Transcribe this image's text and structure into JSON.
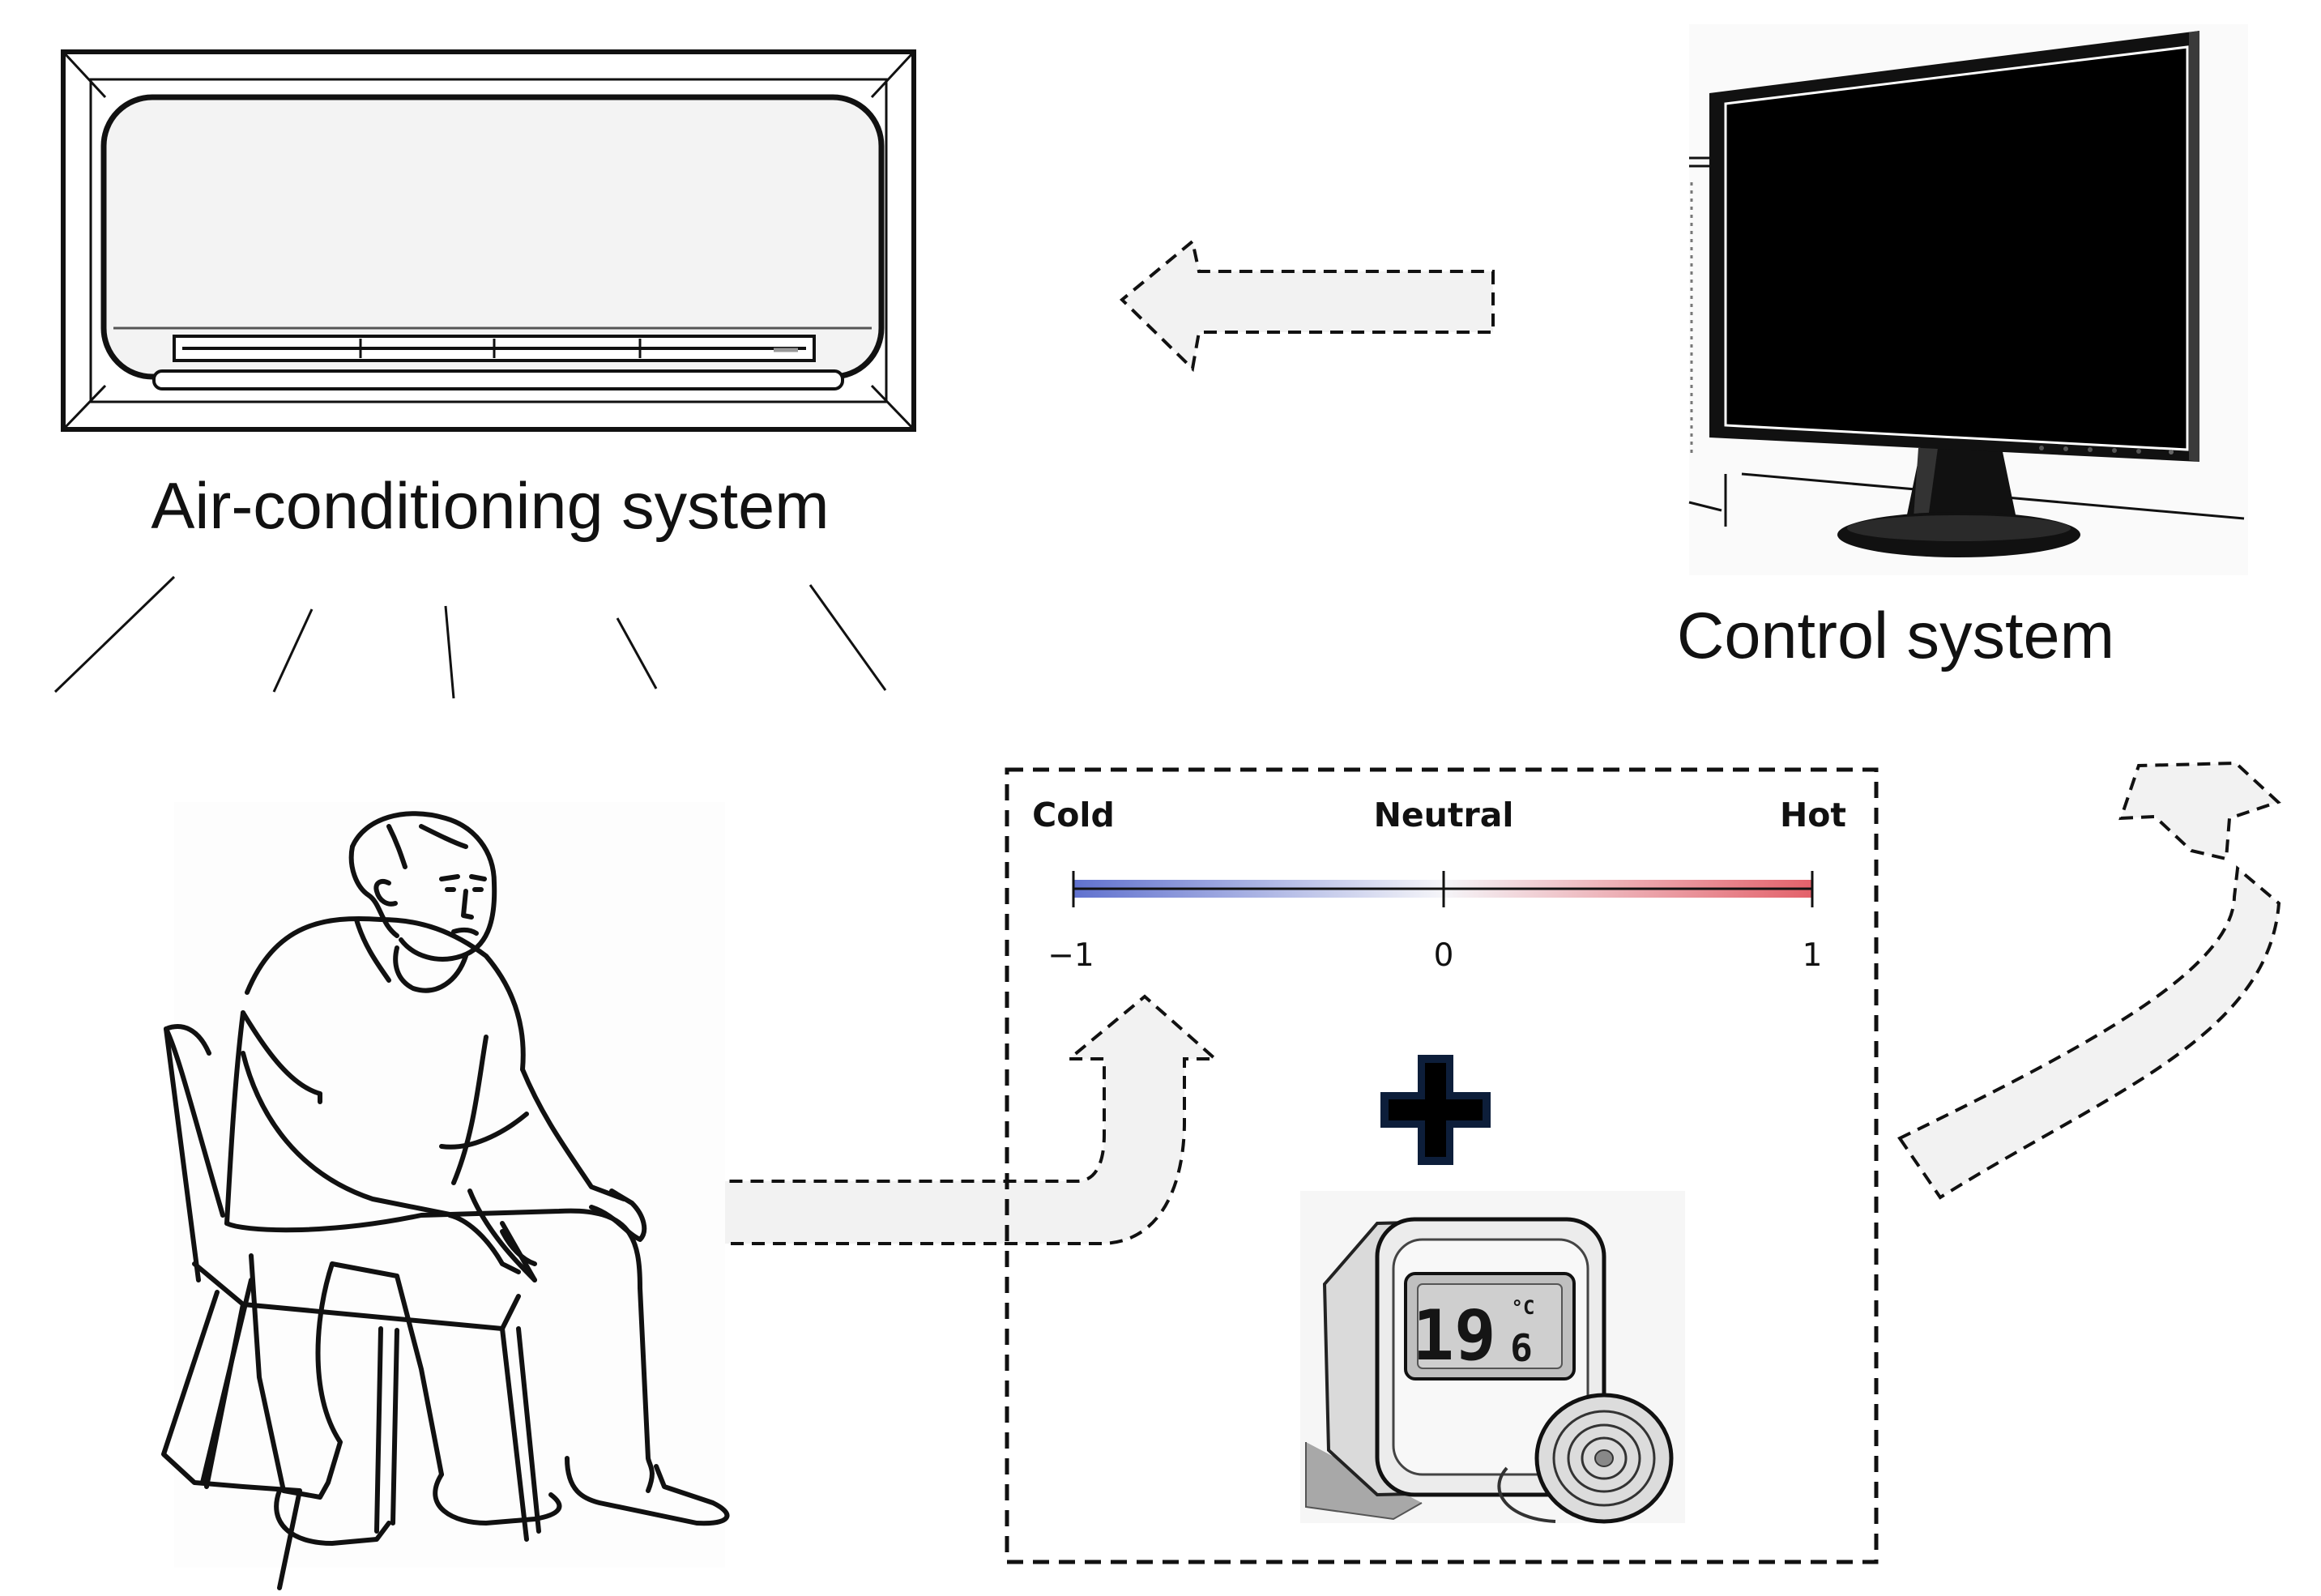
{
  "diagram": {
    "ac_label": "Air-conditioning system",
    "control_label": "Control system",
    "scale": {
      "cold_label": "Cold",
      "neutral_label": "Neutral",
      "hot_label": "Hot",
      "min_tick": "−1",
      "mid_tick": "0",
      "max_tick": "1",
      "cold_color": "#4f62c9",
      "hot_color": "#e0505a"
    },
    "thermostat": {
      "reading_whole": "19",
      "reading_decimal": "6",
      "unit": "°C"
    },
    "arrow_fill": "#f2f2f2"
  }
}
